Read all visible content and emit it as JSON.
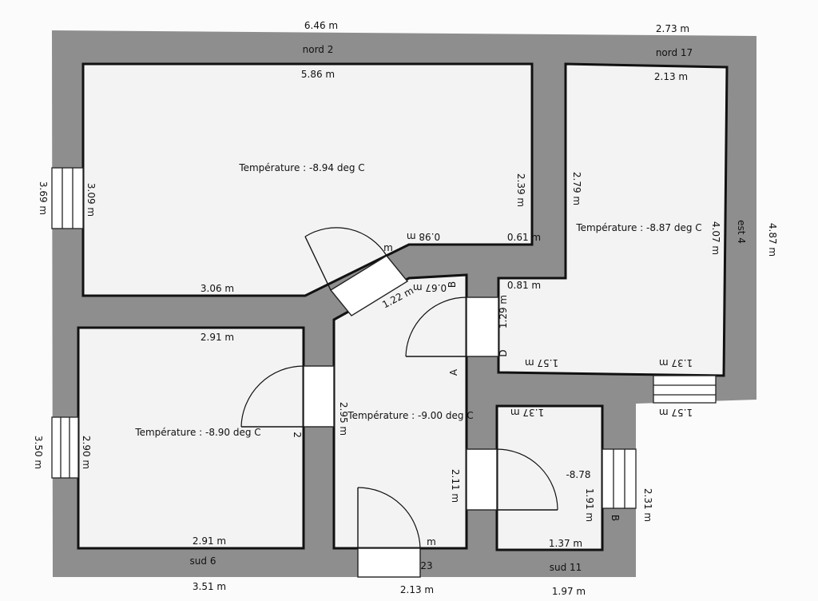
{
  "outer_dimensions": {
    "top_left": "6.46 m",
    "top_right": "2.73 m",
    "left_upper": "3.69 m",
    "left_lower": "3.50 m",
    "right_upper": "4.87 m",
    "right_lower": "2.31 m",
    "bottom_left": "3.51 m",
    "bottom_mid": "2.13 m",
    "bottom_right": "1.97 m",
    "right_step": "1.57 m"
  },
  "facades": {
    "nord_left": "nord 2",
    "nord_right": "nord 17",
    "est": "est 4",
    "sud_left": "sud 6",
    "sud_right": "sud 11"
  },
  "rooms": {
    "room_1": {
      "top": "5.86 m",
      "left": "3.09 m",
      "right": "2.39 m",
      "bottom": "3.06 m",
      "diag": "0.98 m",
      "ledge": "0.61 m",
      "temperature": "Température   : -8.94 deg C"
    },
    "room_2": {
      "top": "2.13 m",
      "left": "2.79 m",
      "right": "4.07 m",
      "notch": "0.81 m",
      "door": "1.29 m",
      "bottom_left": "1.57 m",
      "bottom_right": "1.37 m",
      "temperature": "Température   : -8.87 deg C"
    },
    "room_3": {
      "top": "2.91 m",
      "left": "2.90 m",
      "bottom": "2.91 m",
      "temperature": "Température   : -8.90 deg C"
    },
    "room_4": {
      "diag": "1.22 m",
      "top": "0.67 m",
      "left": "2.95 m",
      "right": "2.11 m",
      "temperature": "Température   : -9.00 deg C"
    },
    "room_5": {
      "top": "1.37 m",
      "right": "1.91 m",
      "bottom": "1.37 m",
      "temperature": "-8.78"
    }
  },
  "markers": {
    "a": "A",
    "b_top": "B",
    "b_side": "B",
    "d": "D",
    "frag_2": "2",
    "frag_m": "m",
    "frag_23": "23",
    "frag_m2": "m"
  }
}
